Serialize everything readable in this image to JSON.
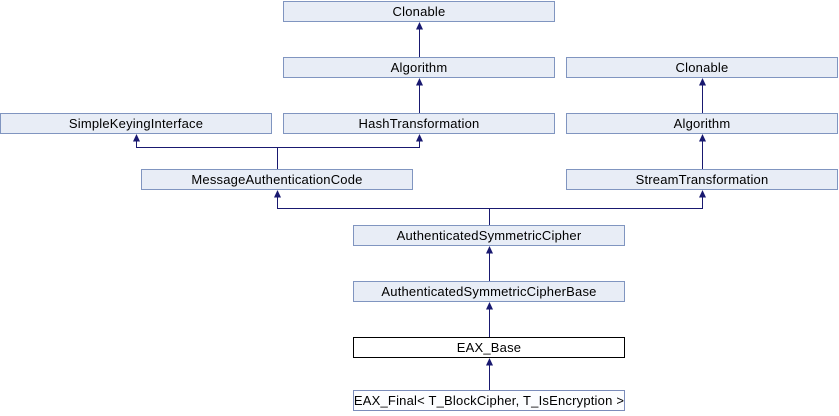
{
  "diagram": {
    "type": "class-inheritance-diagram",
    "nodes": [
      {
        "label": "Clonable"
      },
      {
        "label": "Algorithm"
      },
      {
        "label": "Clonable"
      },
      {
        "label": "SimpleKeyingInterface"
      },
      {
        "label": "HashTransformation"
      },
      {
        "label": "Algorithm"
      },
      {
        "label": "MessageAuthenticationCode"
      },
      {
        "label": "StreamTransformation"
      },
      {
        "label": "AuthenticatedSymmetricCipher"
      },
      {
        "label": "AuthenticatedSymmetricCipherBase"
      },
      {
        "label": "EAX_Base",
        "style": "current"
      },
      {
        "label": "EAX_Final< T_BlockCipher, T_IsEncryption >",
        "style": "template"
      }
    ],
    "edges": [
      {
        "child": "Algorithm",
        "parent": "Clonable"
      },
      {
        "child": "HashTransformation",
        "parent": "Algorithm"
      },
      {
        "child": "MessageAuthenticationCode",
        "parent": "SimpleKeyingInterface"
      },
      {
        "child": "MessageAuthenticationCode",
        "parent": "HashTransformation"
      },
      {
        "child": "Algorithm (right)",
        "parent": "Clonable (right)"
      },
      {
        "child": "StreamTransformation",
        "parent": "Algorithm (right)"
      },
      {
        "child": "AuthenticatedSymmetricCipher",
        "parent": "MessageAuthenticationCode"
      },
      {
        "child": "AuthenticatedSymmetricCipher",
        "parent": "StreamTransformation"
      },
      {
        "child": "AuthenticatedSymmetricCipherBase",
        "parent": "AuthenticatedSymmetricCipher"
      },
      {
        "child": "EAX_Base",
        "parent": "AuthenticatedSymmetricCipherBase"
      },
      {
        "child": "EAX_Final< T_BlockCipher, T_IsEncryption >",
        "parent": "EAX_Base"
      }
    ],
    "colors": {
      "node_fill": "#e8edf6",
      "node_border": "#8095c0",
      "current_node_fill": "#ffffff",
      "current_node_border": "#000000",
      "edge": "#191970",
      "text": "#000000",
      "background": "#ffffff"
    }
  }
}
